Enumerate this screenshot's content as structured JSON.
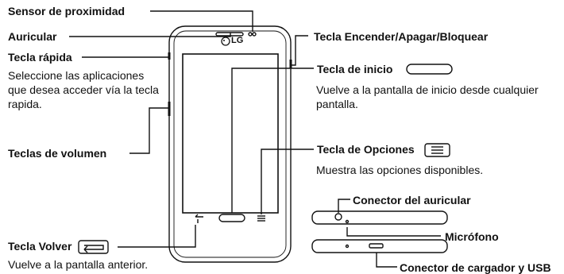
{
  "brand": "LG",
  "labels": {
    "proximity_sensor": "Sensor de proximidad",
    "earpiece": "Auricular",
    "quick_key": "Tecla rápida",
    "quick_key_desc": "Seleccione las aplicaciones que desea acceder vía la tecla rapida.",
    "volume_keys": "Teclas de volumen",
    "back_key": "Tecla Volver",
    "back_key_desc": "Vuelve a la pantalla anterior.",
    "power_key": "Tecla Encender/Apagar/Bloquear",
    "home_key": "Tecla de inicio",
    "home_key_desc": "Vuelve a la pantalla de inicio desde cualquier pantalla.",
    "options_key": "Tecla de Opciones",
    "options_key_desc": "Muestra las opciones disponibles.",
    "headset_jack": "Conector del auricular",
    "microphone": "Micrófono",
    "charger_usb": "Conector de cargador y USB"
  },
  "colors": {
    "line": "#111111",
    "background": "#ffffff"
  }
}
